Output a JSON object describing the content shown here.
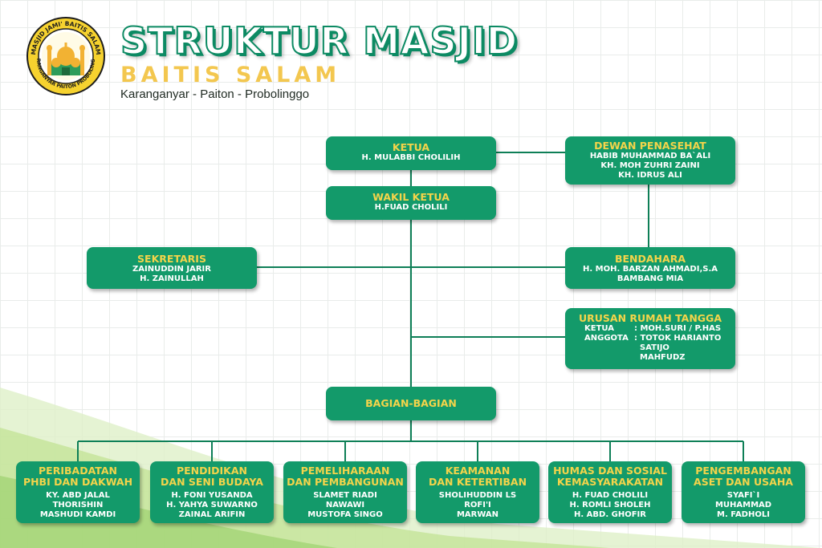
{
  "header": {
    "title": "STRUKTUR MASJID",
    "subtitle": "BAITIS SALAM",
    "location": "Karanganyar - Paiton - Probolinggo",
    "logo_top_text": "MASJID JAMI' BAITIS SALAM",
    "logo_bottom_text": "KARANGANYAR PAITON PROBOLINGGO"
  },
  "colors": {
    "box": "#139a6a",
    "heading": "#f4d44a",
    "line": "#0e7f57",
    "title_outline": "#0c8a63",
    "subtitle": "#f3c74f"
  },
  "ketua": {
    "title": "KETUA",
    "members": [
      "H. MULABBI CHOLILIH"
    ]
  },
  "wakil_ketua": {
    "title": "WAKIL KETUA",
    "members": [
      "H.FUAD CHOLILI"
    ]
  },
  "dewan_penasehat": {
    "title": "DEWAN PENASEHAT",
    "members": [
      "HABIB MUHAMMAD BA`ALI",
      "KH. MOH ZUHRI ZAINI",
      "KH. IDRUS ALI"
    ]
  },
  "sekretaris": {
    "title": "SEKRETARIS",
    "members": [
      "ZAINUDDIN JARIR",
      "H. ZAINULLAH"
    ]
  },
  "bendahara": {
    "title": "BENDAHARA",
    "members": [
      "H. MOH. BARZAN AHMADI,S.A",
      "BAMBANG MIA"
    ]
  },
  "urusan_rumah_tangga": {
    "title": "URUSAN RUMAH TANGGA",
    "rows": [
      {
        "key": "KETUA",
        "value": ": MOH.SURI / P.HAS"
      },
      {
        "key": "ANGGOTA",
        "value": ": TOTOK HARIANTO"
      },
      {
        "key": "",
        "value": "SATIJO"
      },
      {
        "key": "",
        "value": "MAHFUDZ"
      }
    ]
  },
  "bagian": {
    "title": "BAGIAN-BAGIAN"
  },
  "departments": [
    {
      "title": [
        "PERIBADATAN",
        "PHBI DAN DAKWAH"
      ],
      "members": [
        "KY. ABD JALAL",
        "THORISHIN",
        "MASHUDI KAMDI"
      ]
    },
    {
      "title": [
        "PENDIDIKAN",
        "DAN SENI BUDAYA"
      ],
      "members": [
        "H. FONI YUSANDA",
        "H. YAHYA SUWARNO",
        "ZAINAL ARIFIN"
      ]
    },
    {
      "title": [
        "PEMELIHARAAN",
        "DAN PEMBANGUNAN"
      ],
      "members": [
        "SLAMET RIADI",
        "NAWAWI",
        "MUSTOFA SINGO"
      ]
    },
    {
      "title": [
        "KEAMANAN",
        "DAN KETERTIBAN"
      ],
      "members": [
        "SHOLIHUDDIN LS",
        "ROFI'I",
        "MARWAN"
      ]
    },
    {
      "title": [
        "HUMAS DAN SOSIAL",
        "KEMASYARAKATAN"
      ],
      "members": [
        "H. FUAD CHOLILI",
        "H. ROMLI SHOLEH",
        "H. ABD. GHOFIR"
      ]
    },
    {
      "title": [
        "PENGEMBANGAN",
        "ASET DAN USAHA"
      ],
      "members": [
        "SYAFI`I",
        "MUHAMMAD",
        "M. FADHOLI"
      ]
    }
  ]
}
